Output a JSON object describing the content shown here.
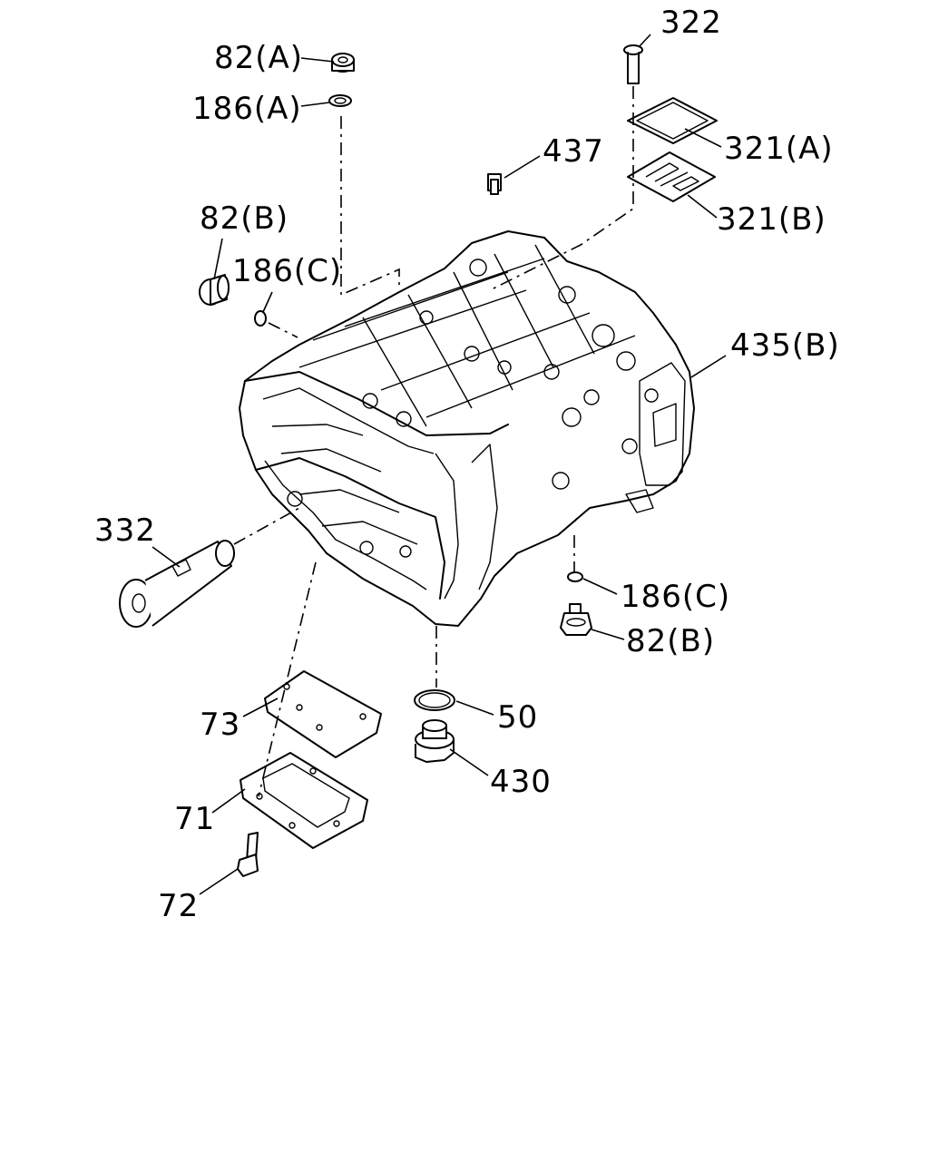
{
  "labels": {
    "l322": "322",
    "l82a": "82(A)",
    "l186a": "186(A)",
    "l437": "437",
    "l321a": "321(A)",
    "l321b": "321(B)",
    "l82b_top": "82(B)",
    "l186c_top": "186(C)",
    "l435b": "435(B)",
    "l332": "332",
    "l186c_bot": "186(C)",
    "l82b_bot": "82(B)",
    "l50": "50",
    "l430": "430",
    "l73": "73",
    "l71": "71",
    "l72": "72"
  }
}
